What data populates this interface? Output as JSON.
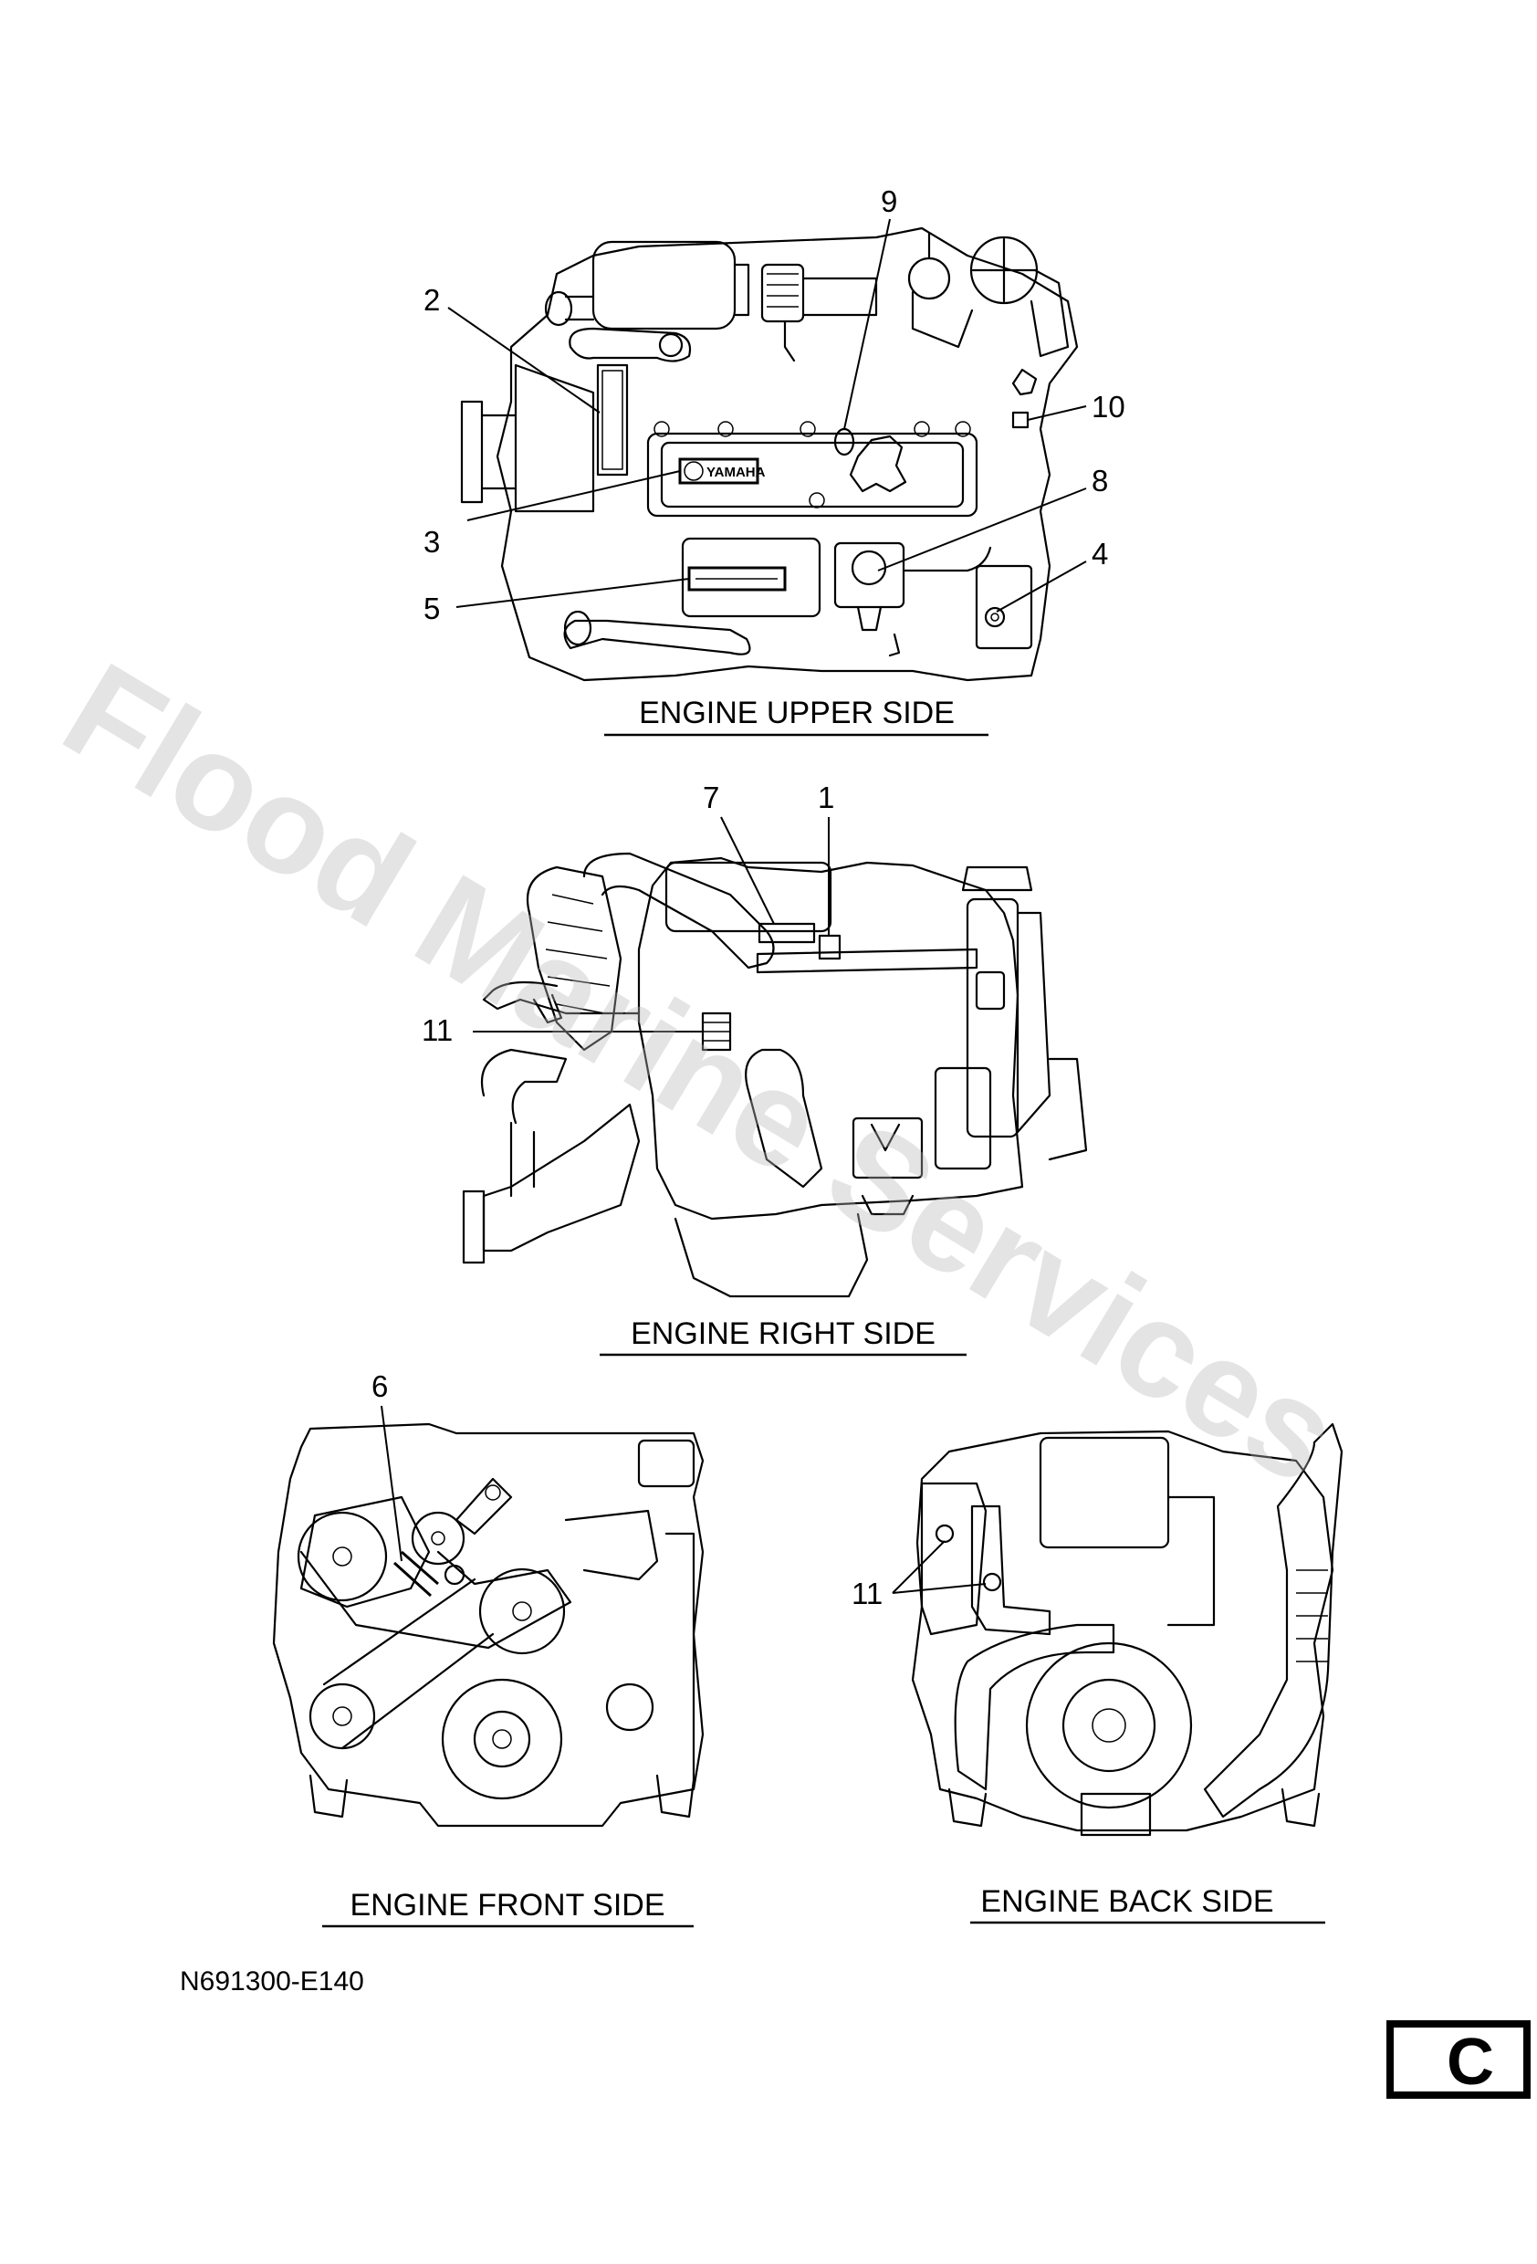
{
  "watermark": "Flood Marine Services",
  "views": {
    "upper": {
      "caption": "ENGINE UPPER SIDE",
      "callouts": [
        "9",
        "2",
        "10",
        "8",
        "3",
        "4",
        "5"
      ],
      "logo_text": "YAMAHA"
    },
    "right": {
      "caption": "ENGINE RIGHT SIDE",
      "callouts": [
        "7",
        "1",
        "11"
      ]
    },
    "front": {
      "caption": "ENGINE FRONT SIDE",
      "callouts": [
        "6"
      ]
    },
    "back": {
      "caption": "ENGINE BACK SIDE",
      "callouts": [
        "11"
      ]
    }
  },
  "figure_code": "N691300-E140",
  "section_tab": "C",
  "colors": {
    "line": "#000000",
    "watermark": "#b8b8b8",
    "background": "#ffffff"
  }
}
